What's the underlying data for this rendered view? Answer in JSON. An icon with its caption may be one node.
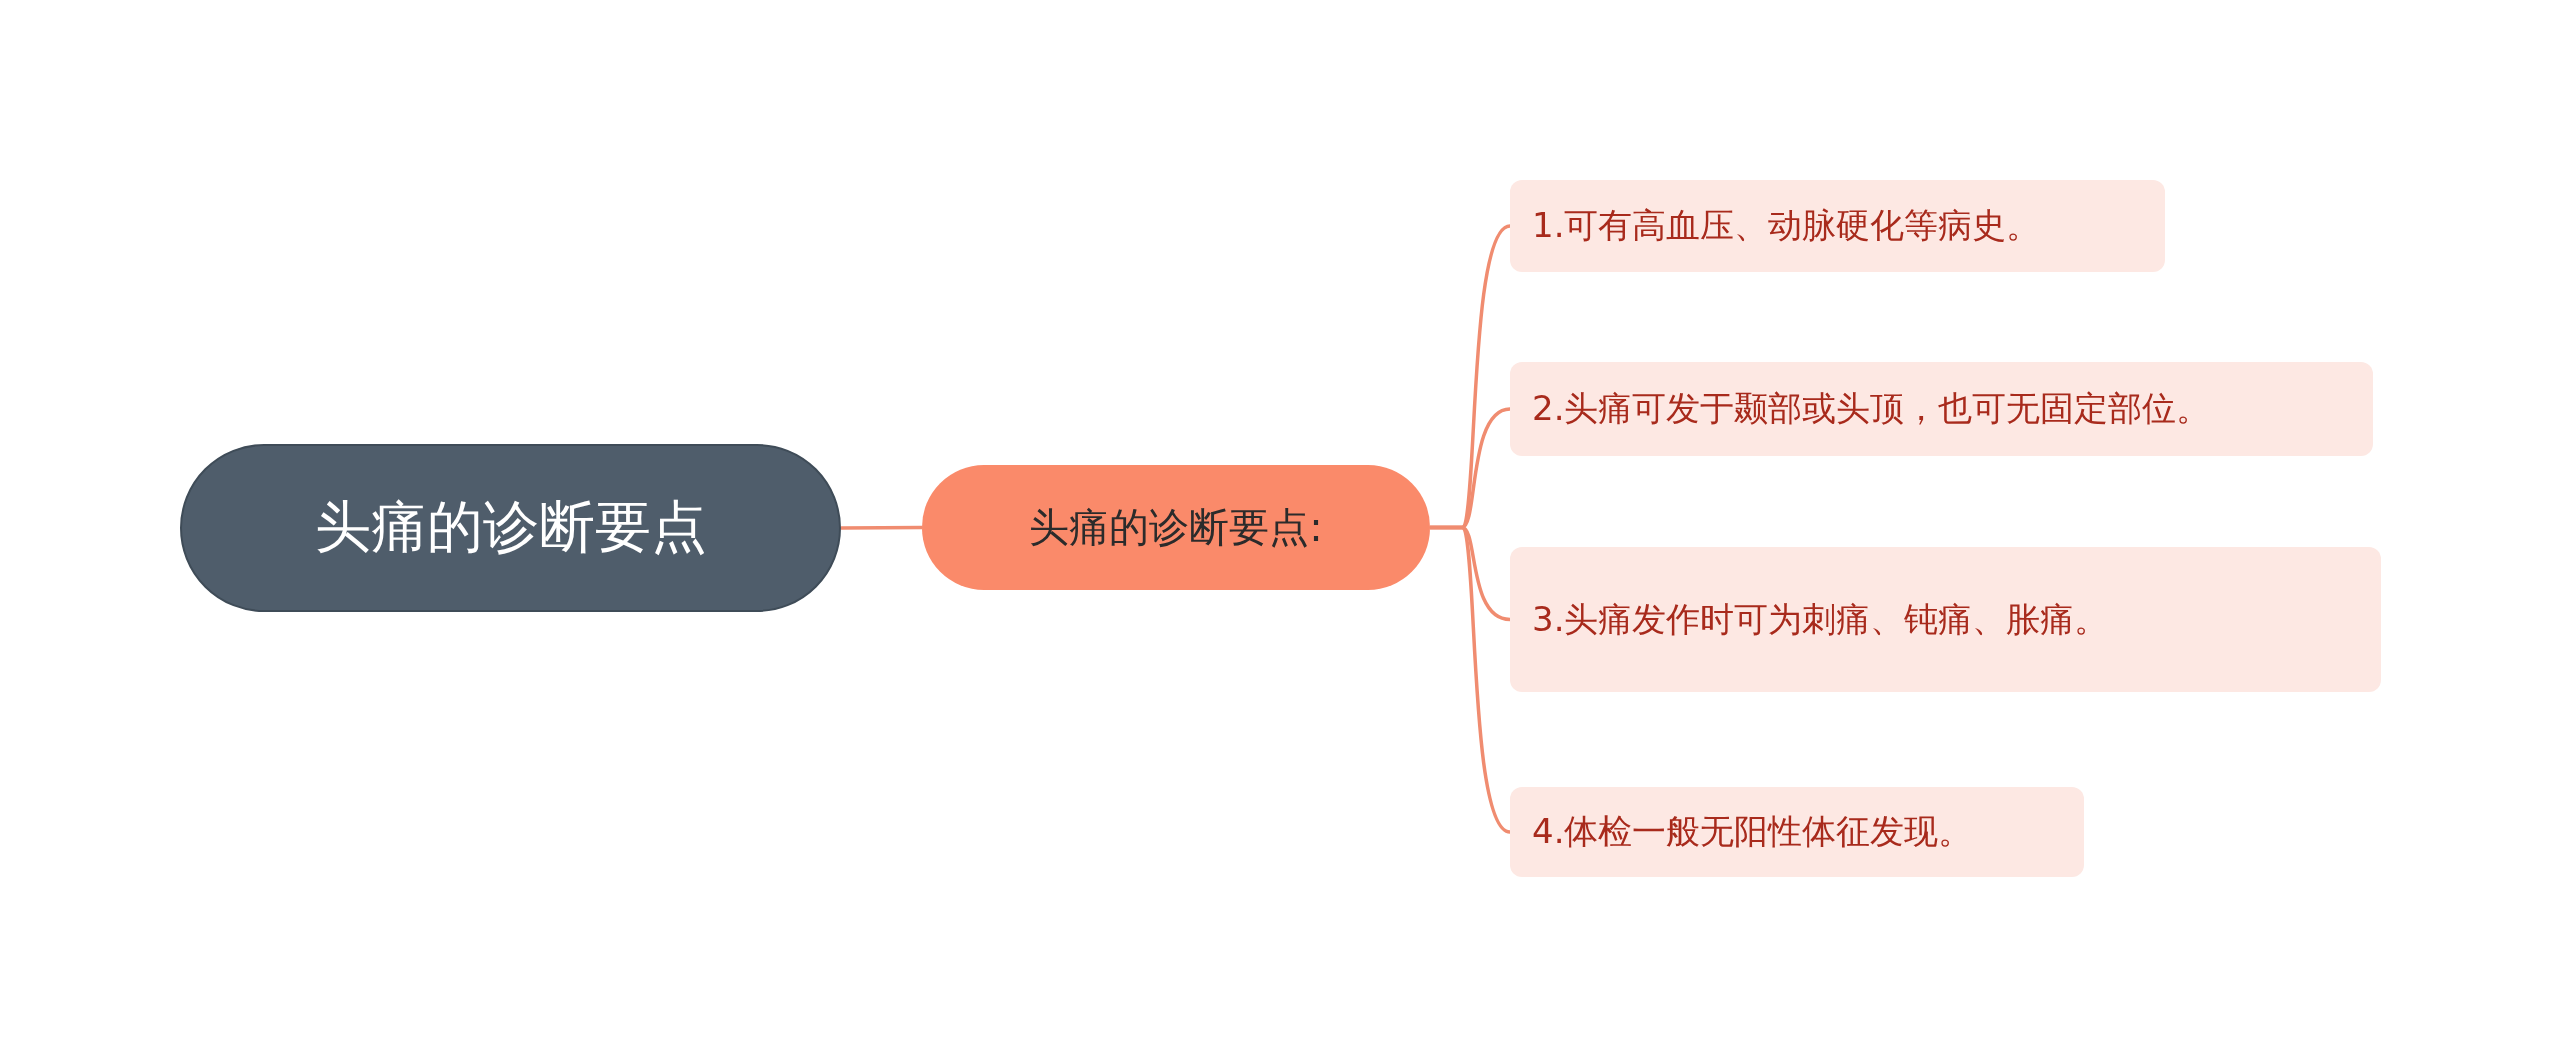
{
  "diagram": {
    "nodes": [
      {
        "text": [
          "头痛的诊断要点"
        ]
      },
      {
        "text": [
          "头痛的诊断要点:"
        ]
      },
      {
        "text": [
          "1.可有高血压、动脉硬化等病史。"
        ]
      },
      {
        "text": [
          "2.头痛可发于颞部或头顶，也可无固定部位。"
        ]
      },
      {
        "text": [
          "3.头痛发作时可为刺痛、钝痛、胀痛。"
        ]
      },
      {
        "text": [
          "4.体检一般无阳性体征发现。"
        ]
      }
    ],
    "edges": [
      {
        "from": 0,
        "to": 1,
        "arrow": "none"
      },
      {
        "from": 1,
        "to": 2,
        "arrow": "none"
      },
      {
        "from": 1,
        "to": 3,
        "arrow": "none"
      },
      {
        "from": 1,
        "to": 4,
        "arrow": "none"
      },
      {
        "from": 1,
        "to": 5,
        "arrow": "none"
      }
    ]
  }
}
